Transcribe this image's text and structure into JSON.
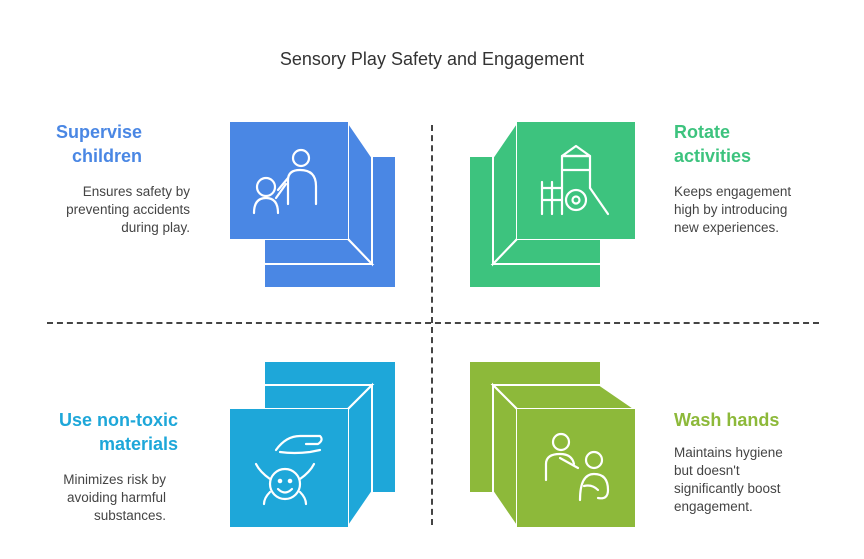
{
  "title": "Sensory Play Safety and Engagement",
  "quadrants": [
    {
      "title_line1": "Supervise",
      "title_line2": "children",
      "desc_line1": "Ensures safety by",
      "desc_line2": "preventing accidents",
      "desc_line3": "during play.",
      "color": "#4A87E4",
      "icon": "supervision-icon"
    },
    {
      "title_line1": "Rotate",
      "title_line2": "activities",
      "desc_line1": "Keeps engagement",
      "desc_line2": "high by introducing",
      "desc_line3": "new experiences.",
      "color": "#3DC37E",
      "icon": "playground-icon"
    },
    {
      "title_line1": "Use non-toxic",
      "title_line2": "materials",
      "desc_line1": "Minimizes risk by",
      "desc_line2": "avoiding harmful",
      "desc_line3": "substances.",
      "color": "#1EA7D9",
      "icon": "safe-child-icon"
    },
    {
      "title_line1": "Wash hands",
      "desc_line1": "Maintains hygiene",
      "desc_line2": "but doesn't",
      "desc_line3": "significantly boost",
      "desc_line4": "engagement.",
      "color": "#8DB93A",
      "icon": "hygiene-icon"
    }
  ]
}
